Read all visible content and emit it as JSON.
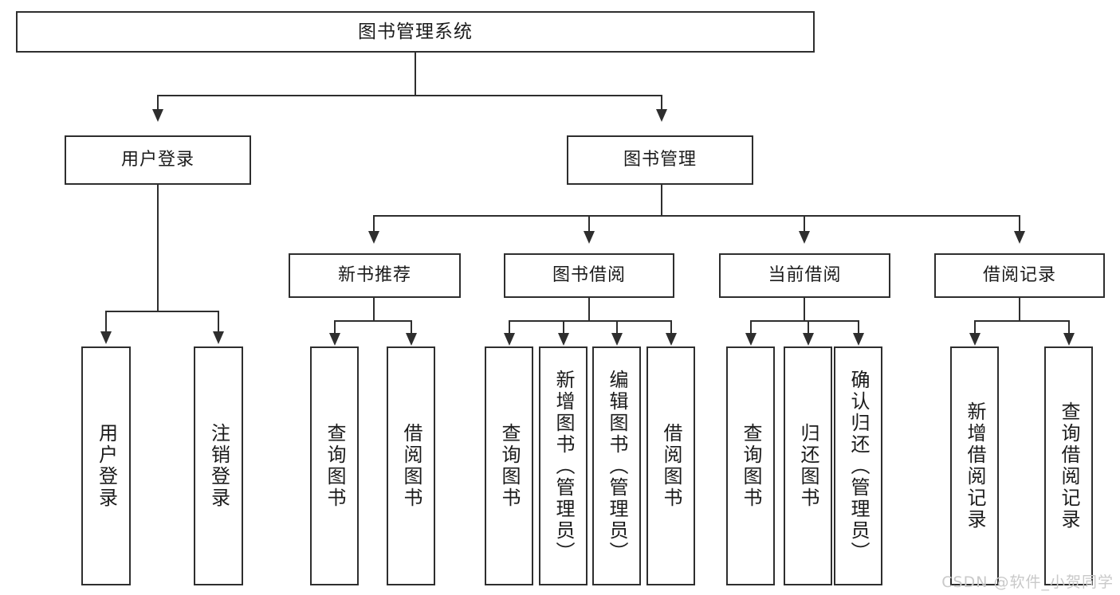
{
  "diagram": {
    "type": "tree-hierarchy",
    "title": "图书管理系统",
    "watermark": "CSDN @软件_小贺同学",
    "colors": {
      "stroke": "#2e2e2e",
      "fill": "#ffffff",
      "text": "#1b1b1b",
      "watermark": "#c9c9c9"
    },
    "nodes": {
      "root": {
        "label": "图书管理系统"
      },
      "level2": [
        {
          "id": "user-login",
          "label": "用户登录"
        },
        {
          "id": "book-manage",
          "label": "图书管理"
        }
      ],
      "level3": [
        {
          "id": "new-book-recommend",
          "label": "新书推荐"
        },
        {
          "id": "book-borrow",
          "label": "图书借阅"
        },
        {
          "id": "current-borrow",
          "label": "当前借阅"
        },
        {
          "id": "borrow-record",
          "label": "借阅记录"
        }
      ],
      "leaves": [
        {
          "id": "leaf-user-login",
          "parent": "user-login",
          "label": "用户登录"
        },
        {
          "id": "leaf-logout-login",
          "parent": "user-login",
          "label": "注销登录"
        },
        {
          "id": "leaf-query-book-1",
          "parent": "new-book-recommend",
          "label": "查询图书"
        },
        {
          "id": "leaf-borrow-book-1",
          "parent": "new-book-recommend",
          "label": "借阅图书"
        },
        {
          "id": "leaf-query-book-2",
          "parent": "book-borrow",
          "label": "查询图书"
        },
        {
          "id": "leaf-add-book",
          "parent": "book-borrow",
          "label": "新增图书（管理员）"
        },
        {
          "id": "leaf-edit-book",
          "parent": "book-borrow",
          "label": "编辑图书（管理员）"
        },
        {
          "id": "leaf-borrow-book-2",
          "parent": "book-borrow",
          "label": "借阅图书"
        },
        {
          "id": "leaf-query-book-3",
          "parent": "current-borrow",
          "label": "查询图书"
        },
        {
          "id": "leaf-return-book",
          "parent": "current-borrow",
          "label": "归还图书"
        },
        {
          "id": "leaf-confirm-return",
          "parent": "current-borrow",
          "label": "确认归还（管理员）"
        },
        {
          "id": "leaf-add-record",
          "parent": "borrow-record",
          "label": "新增借阅记录"
        },
        {
          "id": "leaf-query-record",
          "parent": "borrow-record",
          "label": "查询借阅记录"
        }
      ]
    }
  }
}
